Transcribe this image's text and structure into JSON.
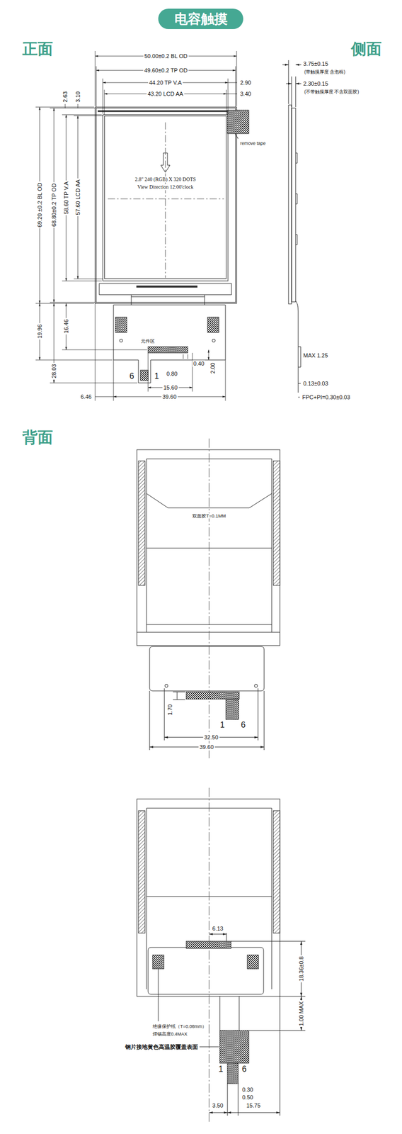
{
  "diagram": {
    "title": "电容触摸",
    "nodes": [
      {
        "text": [
          "2.8\" 240 (RGB) X 320 DOTS",
          "View Direction 12:00'clock"
        ]
      }
    ],
    "labels": [
      "正面",
      "侧面",
      "50.00±0.2 BL OD",
      "49.60±0.2 TP OD",
      "44.20 TP V.A",
      "2.90",
      "43.20 LCD AA",
      "3.40",
      "2.63",
      "3.10",
      "remove tape",
      "69.20 ±0.2 BL OD",
      "68.80±0.2 TP OD",
      "58.60 TP V.A",
      "57.60 LCD AA",
      "19.96",
      "16.46",
      "28.03",
      "元件区",
      "0.40",
      "0.80",
      "2.00",
      "6",
      "1",
      "15.60",
      "6.46",
      "39.60",
      "3.75±0.15",
      "(带触摸厚度 含泡棉)",
      "2.30±0.15",
      "(不带触摸厚度 不含双面胶)",
      "MAX 1.25",
      "0.13±0.03",
      "FPC+PI=0.30±0.03",
      "背面",
      "双面胶T=0.1MM",
      "1.70",
      "1",
      "6",
      "32.50",
      "39.60",
      "6.13",
      "18.36±0.8",
      "1.00 MAX",
      "绝缘保护纸（T=0.08mm）",
      "焊锡高度0.4MAX",
      "钢片接地黄色高温胶覆盖表面",
      "1",
      "6",
      "0.30",
      "0.50",
      "3.50",
      "15.75"
    ]
  }
}
